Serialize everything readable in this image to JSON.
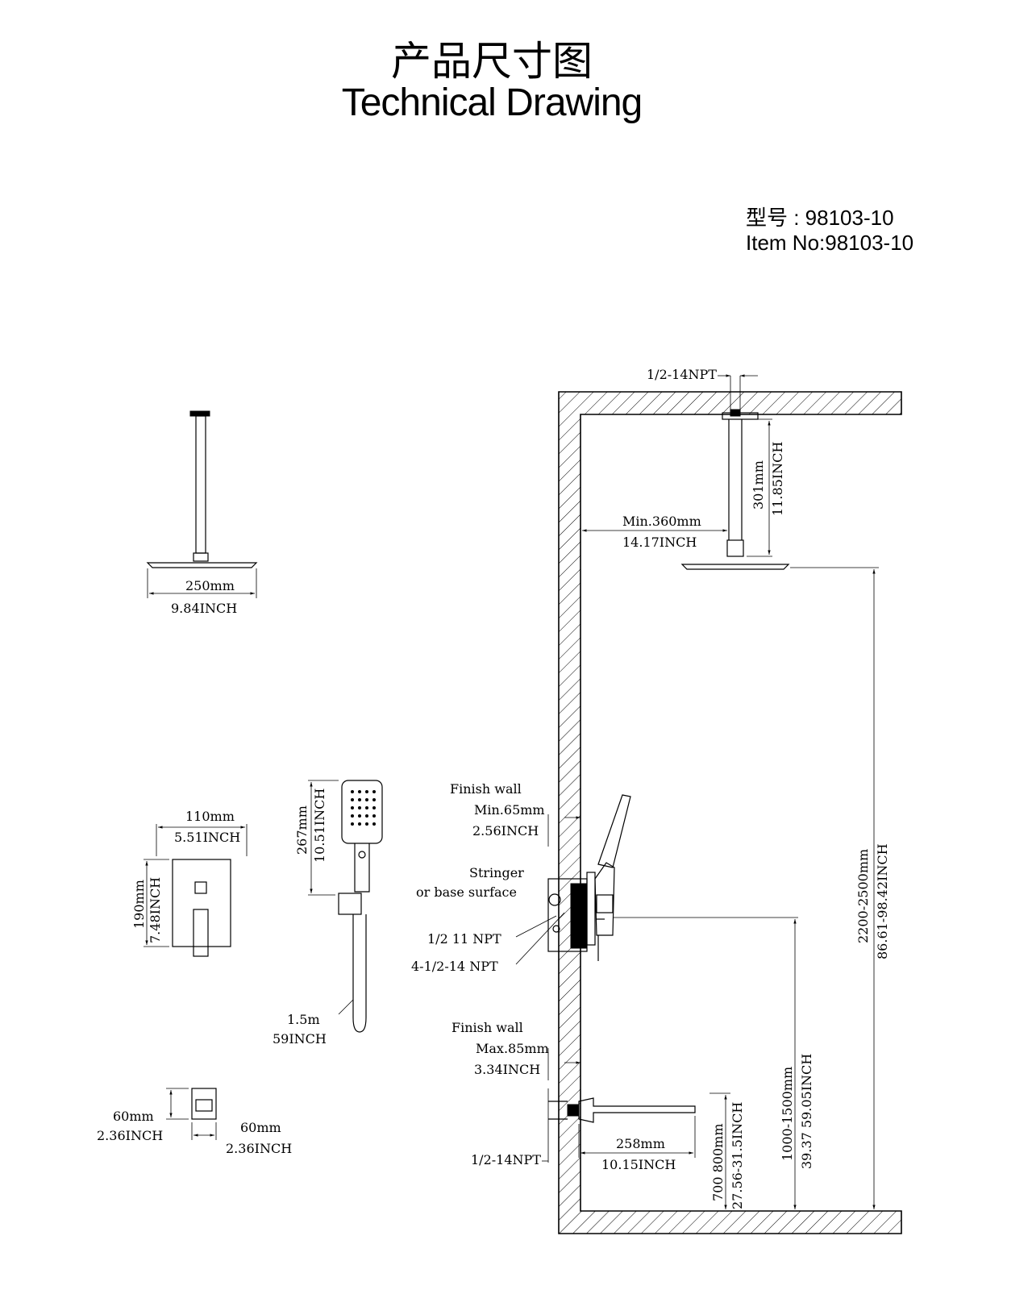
{
  "header": {
    "title_cn": "产品尺寸图",
    "title_en": "Technical Drawing",
    "item_cn": "型号 : 98103-10",
    "item_en": "Item No:98103-10"
  },
  "dims": {
    "rain_width_mm": "250mm",
    "rain_width_in": "9.84INCH",
    "valve_w_mm": "110mm",
    "valve_w_in": "5.51INCH",
    "valve_h_mm": "190mm",
    "valve_h_in": "7.48INCH",
    "hand_len_mm": "267mm",
    "hand_len_in": "10.51INCH",
    "hose_m": "1.5m",
    "hose_in": "59INCH",
    "holder_a_mm": "60mm",
    "holder_a_in": "2.36INCH",
    "holder_b_mm": "60mm",
    "holder_b_in": "2.36INCH",
    "top_npt": "1/2-14NPT",
    "arm_mm": "301mm",
    "arm_in": "11.85INCH",
    "min_wall_mm": "Min.360mm",
    "min_wall_in": "14.17INCH",
    "fw1_label": "Finish wall",
    "fw1_mm": "Min.65mm",
    "fw1_in": "2.56INCH",
    "stringer_1": "Stringer",
    "stringer_2": "or base surface",
    "npt_11": "1/2 11 NPT",
    "npt_4": "4-1/2-14 NPT",
    "fw2_label": "Finish wall",
    "fw2_mm": "Max.85mm",
    "fw2_in": "3.34INCH",
    "spout_npt": "1/2-14NPT",
    "spout_mm": "258mm",
    "spout_in": "10.15INCH",
    "spout_h_mm": "700 800mm",
    "spout_h_in": "27.56-31.5INCH",
    "valve_h_range_mm": "1000-1500mm",
    "valve_h_range_in": "39.37 59.05INCH",
    "total_h_mm": "2200-2500mm",
    "total_h_in": "86.61-98.42INCH"
  }
}
